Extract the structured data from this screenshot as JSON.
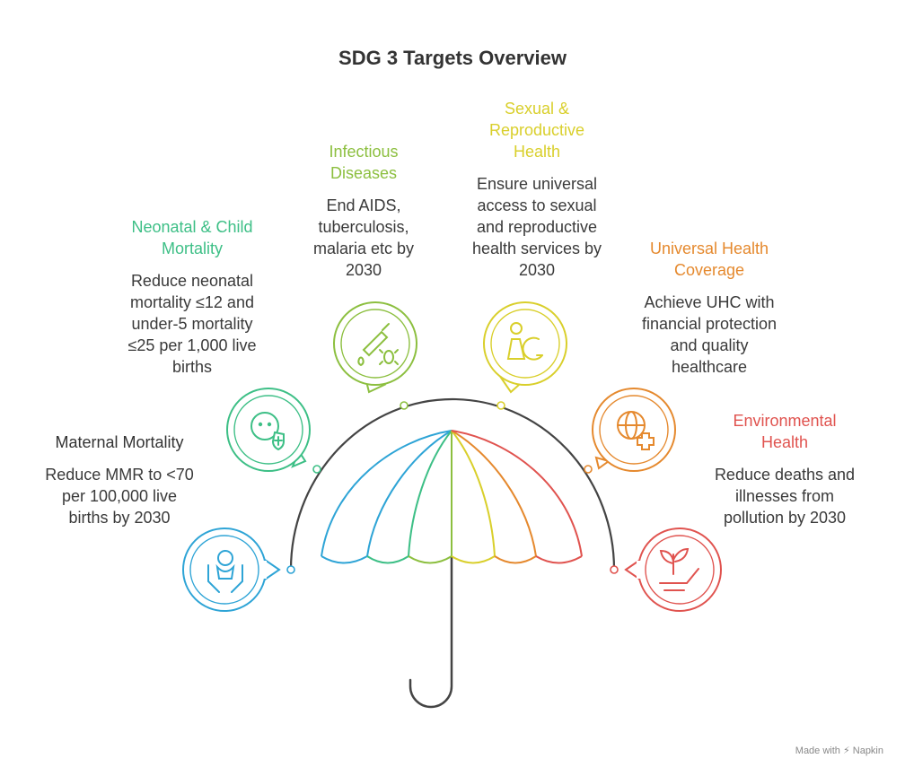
{
  "title": "SDG 3 Targets Overview",
  "targets": [
    {
      "heading": "Maternal Mortality",
      "text": "Reduce MMR to <70 per 100,000 live births by 2030",
      "color": "#2ea4d6",
      "icon": "baby-hands-icon"
    },
    {
      "heading": "Neonatal & Child Mortality",
      "text": "Reduce neonatal mortality ≤12 and under-5 mortality ≤25 per 1,000 live births",
      "color": "#3dbf86",
      "icon": "child-shield-icon"
    },
    {
      "heading": "Infectious Diseases",
      "text": "End AIDS, tuberculosis, malaria etc by 2030",
      "color": "#8cbf3f",
      "icon": "dropper-bug-icon"
    },
    {
      "heading": "Sexual & Reproductive Health",
      "text": "Ensure universal access to sexual and reproductive health services by 2030",
      "color": "#d9cf2b",
      "icon": "pregnant-woman-icon"
    },
    {
      "heading": "Universal Health Coverage",
      "text": "Achieve UHC with financial protection and quality healthcare",
      "color": "#e5892e",
      "icon": "globe-plus-icon"
    },
    {
      "heading": "Environmental Health",
      "text": "Reduce deaths and illnesses from pollution by 2030",
      "color": "#e0534f",
      "icon": "plant-hand-icon"
    }
  ],
  "watermark": "Made with ⚡ Napkin"
}
